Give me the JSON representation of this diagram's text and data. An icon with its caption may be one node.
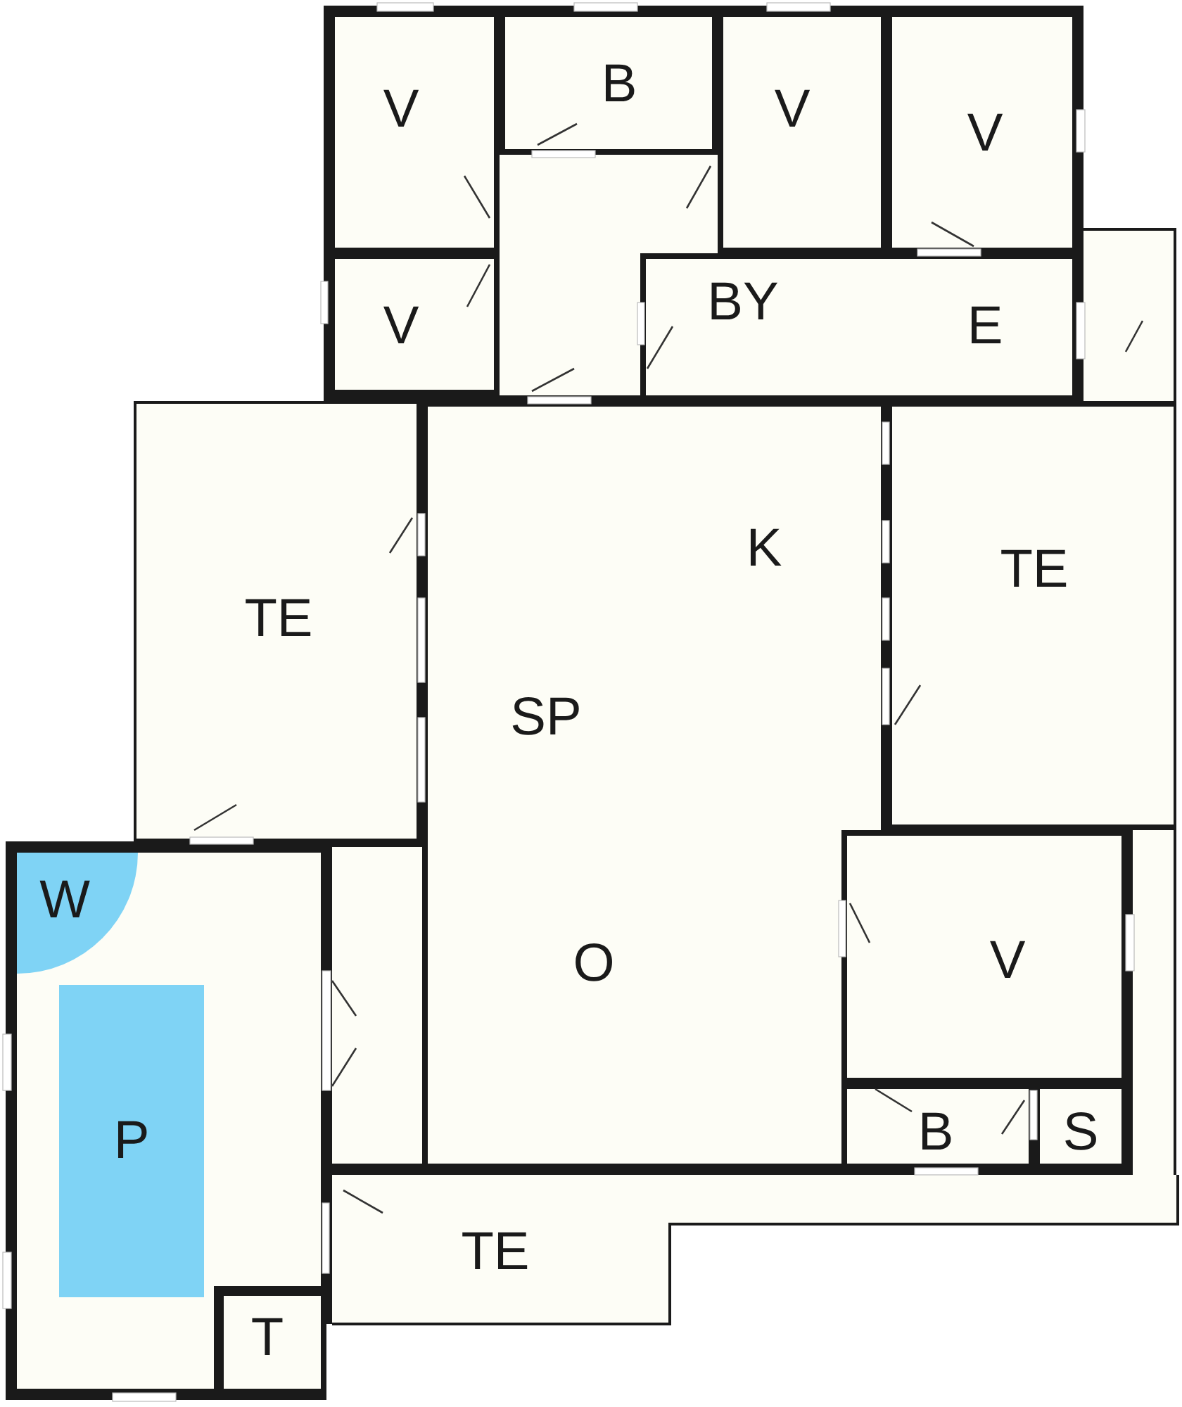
{
  "diagram": {
    "nodes": [
      {
        "text": [
          "V"
        ]
      },
      {
        "text": [
          "B"
        ]
      },
      {
        "text": [
          "V"
        ]
      },
      {
        "text": [
          "V"
        ]
      },
      {
        "text": [
          "V"
        ]
      },
      {
        "text": [
          "BY",
          "E"
        ]
      },
      {
        "text": [
          "TE"
        ]
      },
      {
        "text": [
          "K",
          "SP",
          "O"
        ]
      },
      {
        "text": [
          "TE"
        ]
      },
      {
        "text": [],
        "shape": "box"
      },
      {
        "text": [
          "W"
        ],
        "in": 9
      },
      {
        "text": [
          "P"
        ],
        "in": 9
      },
      {
        "text": [
          "V"
        ]
      },
      {
        "text": [
          "B"
        ]
      },
      {
        "text": [
          "S"
        ]
      },
      {
        "text": [
          "TE"
        ]
      },
      {
        "text": [
          "T"
        ],
        "in": 9
      }
    ]
  }
}
